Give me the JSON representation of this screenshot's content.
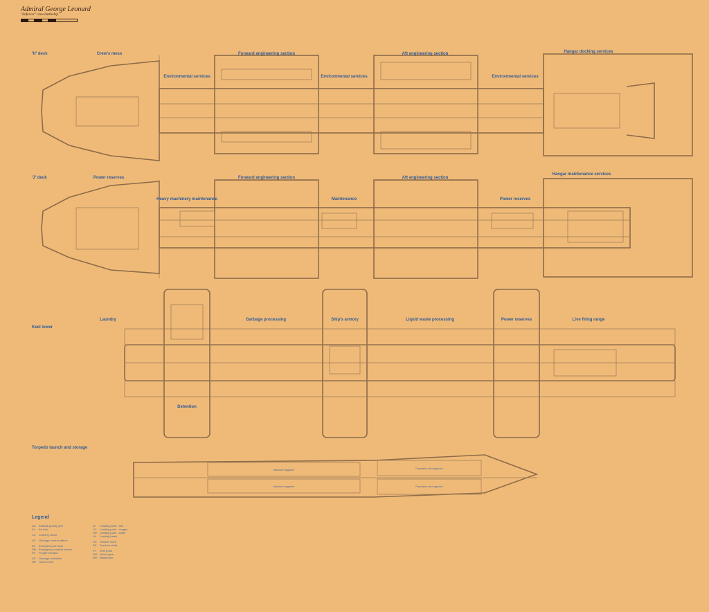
{
  "title": {
    "name": "Admiral George Leonard",
    "subtitle": "\"Enforcer\" class battleship"
  },
  "decks": {
    "h": {
      "name": "'H' deck",
      "sections": [
        "Crew's mess",
        "Environmental services",
        "Forward engineering section",
        "Environmental services",
        "Aft engineering section",
        "Environmental services",
        "Hangar docking services"
      ]
    },
    "j": {
      "name": "'J' deck",
      "sections": [
        "Power reserves",
        "Heavy machinery maintenance",
        "Forward engineering section",
        "Maintenance",
        "Aft engineering section",
        "Power reserves",
        "Hangar maintenance services"
      ]
    },
    "keel": {
      "name": "Keel lower",
      "sections": [
        "Laundry",
        "Garbage processing",
        "Ship's armory",
        "Liquid waste processing",
        "Power reserves",
        "Live firing range",
        "Detention"
      ]
    },
    "torpedo": {
      "name": "Torpedo launch and storage",
      "rooms": [
        "Propulsion unit magazine",
        "Propulsion unit magazine",
        "Warhead magazine",
        "Warhead magazine"
      ]
    }
  },
  "legend": {
    "title": "Legend",
    "col1": [
      {
        "code": "AG",
        "label": "Artificial gravity grid"
      },
      {
        "code": "AL",
        "label": "Air lock"
      },
      {
        "code": "CC",
        "label": "Clothing closet"
      },
      {
        "code": "GC",
        "label": "Garbage control station"
      },
      {
        "code": "EK",
        "label": "Emergency kit store"
      },
      {
        "code": "EM",
        "label": "Emergency medical station"
      },
      {
        "code": "FE",
        "label": "Freight elevator"
      },
      {
        "code": "GC",
        "label": "Garbage collection"
      },
      {
        "code": "GR",
        "label": "Guard room"
      }
    ],
    "col2": [
      {
        "code": "LF",
        "label": "Loading point - fuel"
      },
      {
        "code": "LO",
        "label": "Loading point - oxygen"
      },
      {
        "code": "LW",
        "label": "Loading point - water"
      },
      {
        "code": "LH",
        "label": "Loading hatch"
      },
      {
        "code": "SR",
        "label": "Shower room"
      },
      {
        "code": "SS",
        "label": "Services shaft"
      },
      {
        "code": "VT",
        "label": "Vent trunk"
      },
      {
        "code": "WG",
        "label": "Winch gear"
      },
      {
        "code": "WR",
        "label": "Washroom"
      }
    ]
  }
}
